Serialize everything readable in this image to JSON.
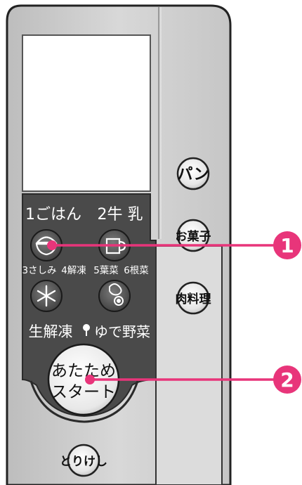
{
  "panel": {
    "buttons": {
      "pan": "パン",
      "okashi": "お菓子",
      "niku_ryori": "肉料理",
      "rice_label": "1ごはん",
      "milk_label": "2牛 乳",
      "sashimi_label": "3さしみ",
      "kaitou_label": "4解凍",
      "yousai_label": "5葉菜",
      "konsai_label": "6根菜",
      "nama_kaitou_label": "生解凍",
      "yudeyasai_label": "ゆで野菜",
      "start_line1": "あたため",
      "start_line2": "スタート",
      "torikeshi": "とりけし"
    }
  },
  "callouts": [
    {
      "number": "1",
      "target": "rice-button"
    },
    {
      "number": "2",
      "target": "start-button"
    }
  ],
  "colors": {
    "callout": "#e8357a",
    "callout_line": "#e8357a",
    "dark_panel": "#4a4a4a",
    "body_panel": "#d4d4d4",
    "button_face": "#f0f0f0"
  }
}
